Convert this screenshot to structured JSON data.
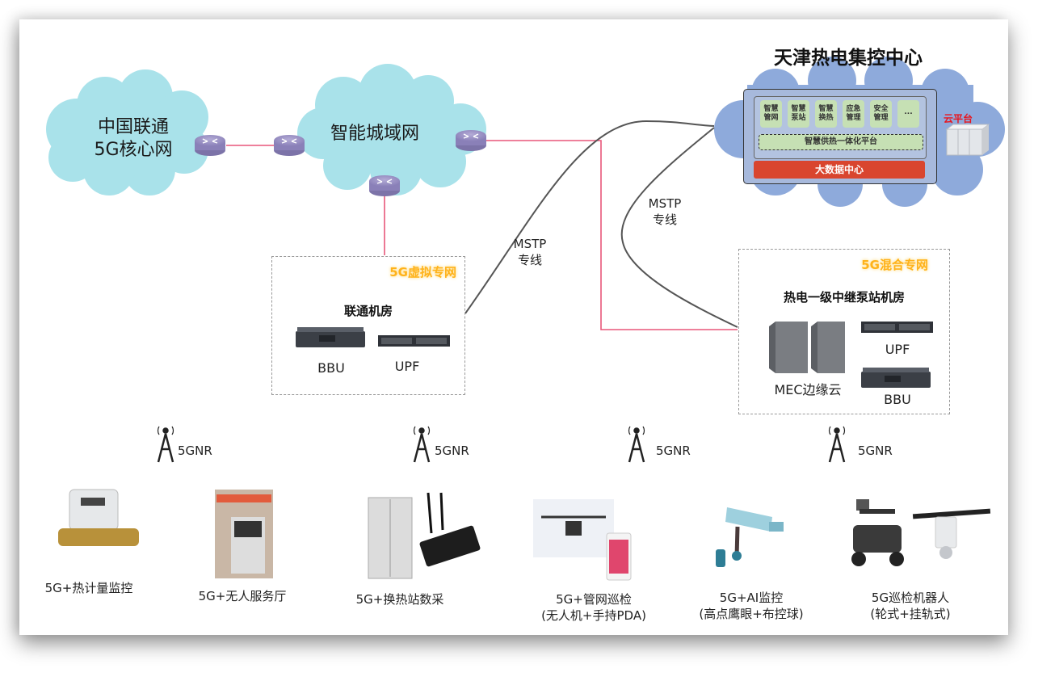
{
  "title": "天津热电集控中心",
  "colors": {
    "cloud_cyan": "#a9e2ea",
    "cloud_blue": "#8eaadb",
    "router": "#8f86bb",
    "link_red": "#e8567a",
    "link_mstp": "#555555",
    "orange_label": "#ffb21a",
    "bigdata_red": "#d9452e",
    "module_green": "#c6e0b4",
    "cloud_platform_red": "#e8141c"
  },
  "clouds": {
    "core": {
      "line1": "中国联通",
      "line2": "5G核心网"
    },
    "metro": {
      "label": "智能城域网"
    }
  },
  "control_center": {
    "modules": [
      {
        "line1": "智慧",
        "line2": "管网"
      },
      {
        "line1": "智慧",
        "line2": "泵站"
      },
      {
        "line1": "智慧",
        "line2": "换热"
      },
      {
        "line1": "应急",
        "line2": "管理"
      },
      {
        "line1": "安全",
        "line2": "管理"
      },
      {
        "line1": "...",
        "line2": ""
      }
    ],
    "integrated_platform": "智慧供热一体化平台",
    "big_data_center": "大数据中心",
    "cloud_platform_label": "云平台"
  },
  "links": {
    "mstp_left": {
      "line1": "MSTP",
      "line2": "专线"
    },
    "mstp_right": {
      "line1": "MSTP",
      "line2": "专线"
    }
  },
  "virtual_private_network": {
    "tag": "5G虚拟专网",
    "room": "联通机房",
    "devices": [
      "BBU",
      "UPF"
    ]
  },
  "hybrid_private_network": {
    "tag": "5G混合专网",
    "room": "热电一级中继泵站机房",
    "devices": [
      "MEC边缘云",
      "UPF",
      "BBU"
    ]
  },
  "base_stations": [
    {
      "label": "5GNR",
      "icon": "cell-tower-icon"
    },
    {
      "label": "5GNR",
      "icon": "cell-tower-icon"
    },
    {
      "label": "5GNR",
      "icon": "cell-tower-icon"
    },
    {
      "label": "5GNR",
      "icon": "cell-tower-icon"
    }
  ],
  "applications": [
    {
      "line1": "5G+热计量监控",
      "line2": "",
      "icon": "heat-meter-icon"
    },
    {
      "line1": "5G+无人服务厅",
      "line2": "",
      "icon": "service-kiosk-icon"
    },
    {
      "line1": "5G+换热站数采",
      "line2": "",
      "icon": "cabinet-router-icon"
    },
    {
      "line1": "5G+管网巡检",
      "line2": "(无人机+手持PDA)",
      "icon": "drone-phone-icon"
    },
    {
      "line1": "5G+AI监控",
      "line2": "(高点鹰眼+布控球)",
      "icon": "camera-icon"
    },
    {
      "line1": "5G巡检机器人",
      "line2": "(轮式+挂轨式)",
      "icon": "robot-icon"
    }
  ]
}
